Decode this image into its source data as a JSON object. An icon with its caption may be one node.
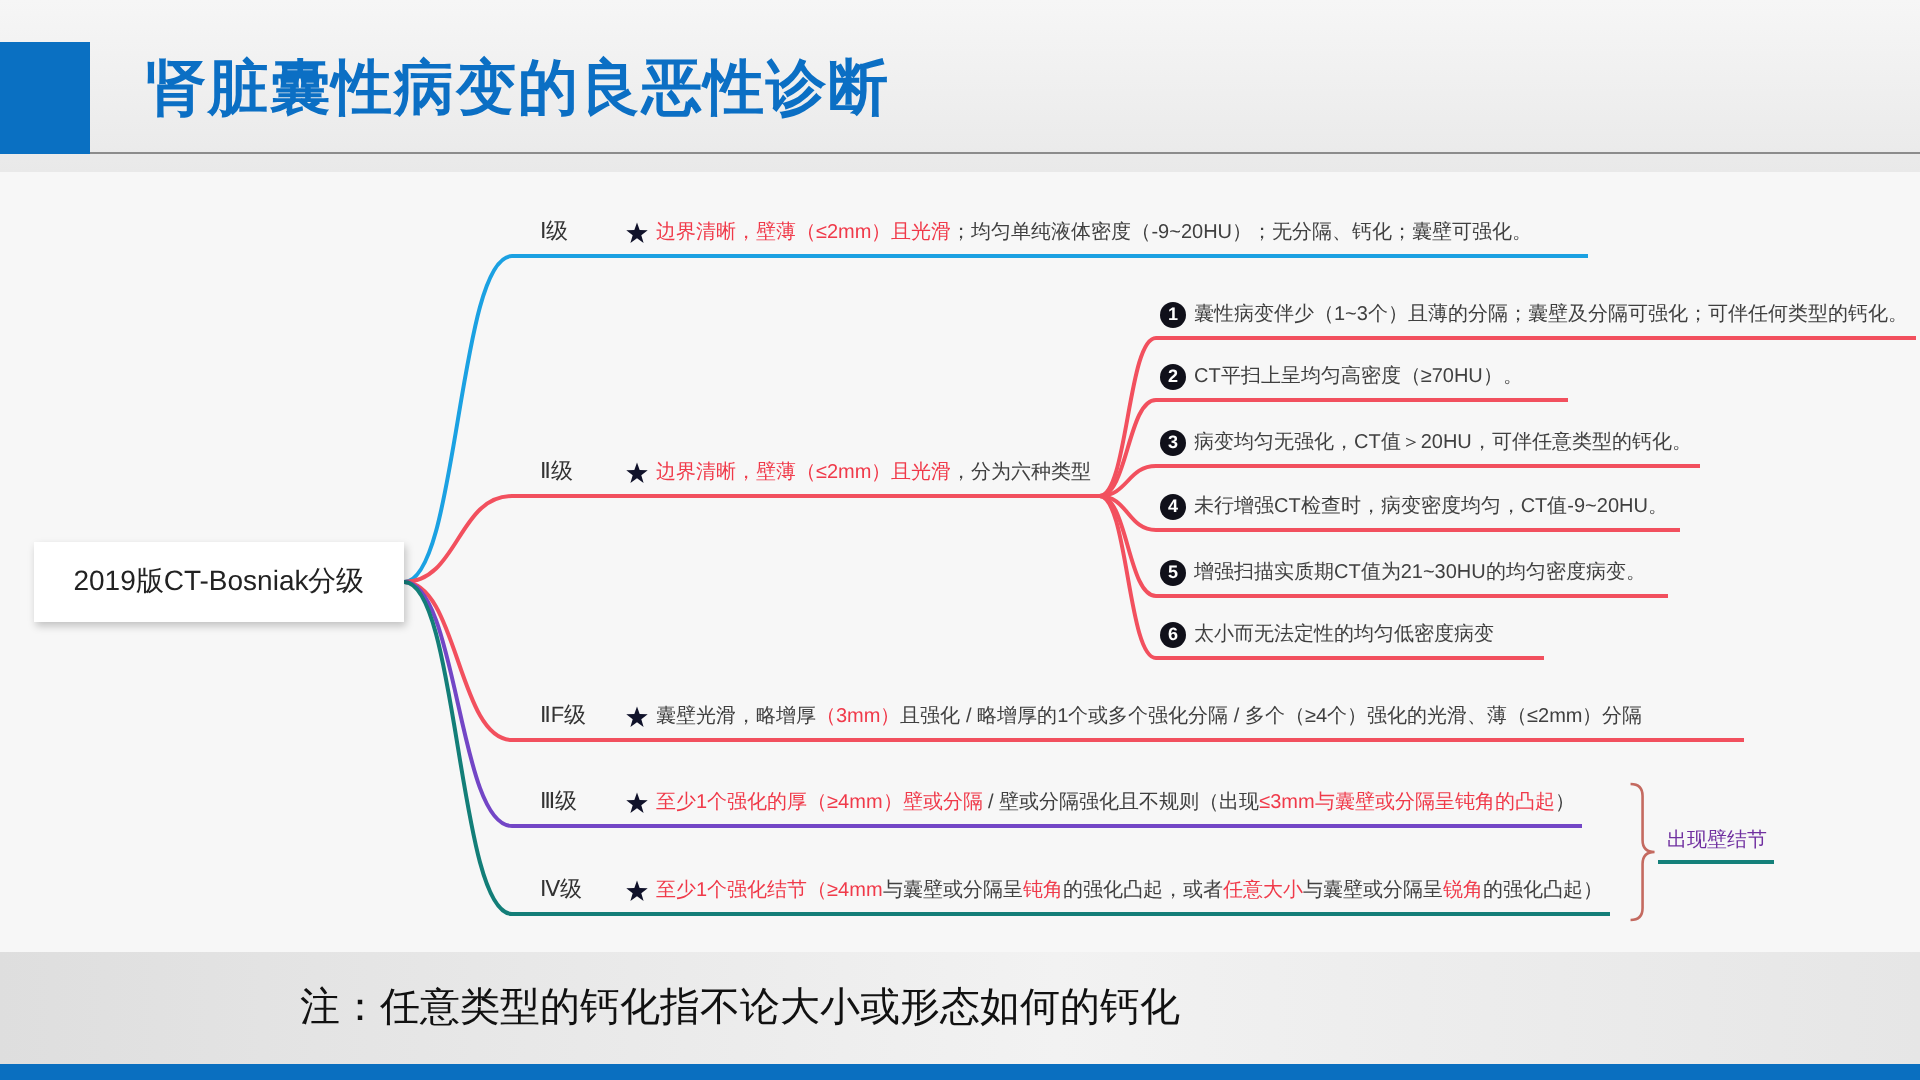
{
  "diagram": {
    "title": "肾脏囊性病变的良恶性诊断",
    "caption": "注：任意类型的钙化指不论大小或形态如何的钙化",
    "nodes": [
      {
        "text": [
          "2019版CT-Bosniak分级"
        ]
      },
      {
        "text": [
          "Ⅰ级"
        ]
      },
      {
        "text": [
          "**边界清晰，壁薄（≤2mm）且光滑**；均匀单纯液体密度（-9~20HU）；无分隔、钙化；囊壁可强化。"
        ]
      },
      {
        "text": [
          "Ⅱ级"
        ]
      },
      {
        "text": [
          "**边界清晰，壁薄（≤2mm）且光滑**，分为六种类型"
        ]
      },
      {
        "text": [
          "1",
          "囊性病变伴少（1~3个）且薄的分隔；囊壁及分隔可强化；可伴任何类型的钙化。"
        ]
      },
      {
        "text": [
          "2",
          "CT平扫上呈均匀高密度（≥70HU）。"
        ]
      },
      {
        "text": [
          "3",
          "病变均匀无强化，CT值＞20HU，可伴任意类型的钙化。"
        ]
      },
      {
        "text": [
          "4",
          "未行增强CT检查时，病变密度均匀，CT值-9~20HU。"
        ]
      },
      {
        "text": [
          "5",
          "增强扫描实质期CT值为21~30HU的均匀密度病变。"
        ]
      },
      {
        "text": [
          "6",
          "太小而无法定性的均匀低密度病变"
        ]
      },
      {
        "text": [
          "ⅡF级"
        ]
      },
      {
        "text": [
          "囊壁光滑，略增厚**（3mm）**且强化 / 略增厚的1个或多个强化分隔 / 多个（≥4个）强化的光滑、薄（≤2mm）分隔"
        ]
      },
      {
        "text": [
          "Ⅲ级"
        ]
      },
      {
        "text": [
          "**至少1个强化的厚（≥4mm）壁或分隔** / 壁或分隔强化且不规则（出现**≤3mm与囊壁或分隔呈钝角的凸起**）"
        ]
      },
      {
        "text": [
          "Ⅳ级"
        ]
      },
      {
        "text": [
          "**至少1个强化结节（≥4mm**与囊壁或分隔呈**钝角**的强化凸起，或者**任意大小**与囊壁或分隔呈**锐角**的强化凸起）"
        ]
      }
    ],
    "edges": [
      {
        "from": 0,
        "to": 1,
        "arrow": "none",
        "color": "#1ba1e2"
      },
      {
        "from": 1,
        "to": 2,
        "arrow": "none",
        "color": "#1ba1e2"
      },
      {
        "from": 0,
        "to": 3,
        "arrow": "none"
      },
      {
        "from": 3,
        "to": 4,
        "arrow": "none"
      },
      {
        "from": 4,
        "to": 5,
        "arrow": "none"
      },
      {
        "from": 4,
        "to": 6,
        "arrow": "none"
      },
      {
        "from": 4,
        "to": 7,
        "arrow": "none"
      },
      {
        "from": 4,
        "to": 8,
        "arrow": "none"
      },
      {
        "from": 4,
        "to": 9,
        "arrow": "none"
      },
      {
        "from": 4,
        "to": 10,
        "arrow": "none"
      },
      {
        "from": 0,
        "to": 11,
        "arrow": "none"
      },
      {
        "from": 11,
        "to": 12,
        "arrow": "none"
      },
      {
        "from": 0,
        "to": 13,
        "arrow": "none",
        "color": "#7346c6"
      },
      {
        "from": 13,
        "to": 14,
        "arrow": "none",
        "color": "#7346c6"
      },
      {
        "from": 0,
        "to": 15,
        "arrow": "none",
        "color": "#137e78"
      },
      {
        "from": 15,
        "to": 16,
        "arrow": "none",
        "color": "#137e78"
      }
    ],
    "labels": [
      "出现壁结节"
    ]
  }
}
